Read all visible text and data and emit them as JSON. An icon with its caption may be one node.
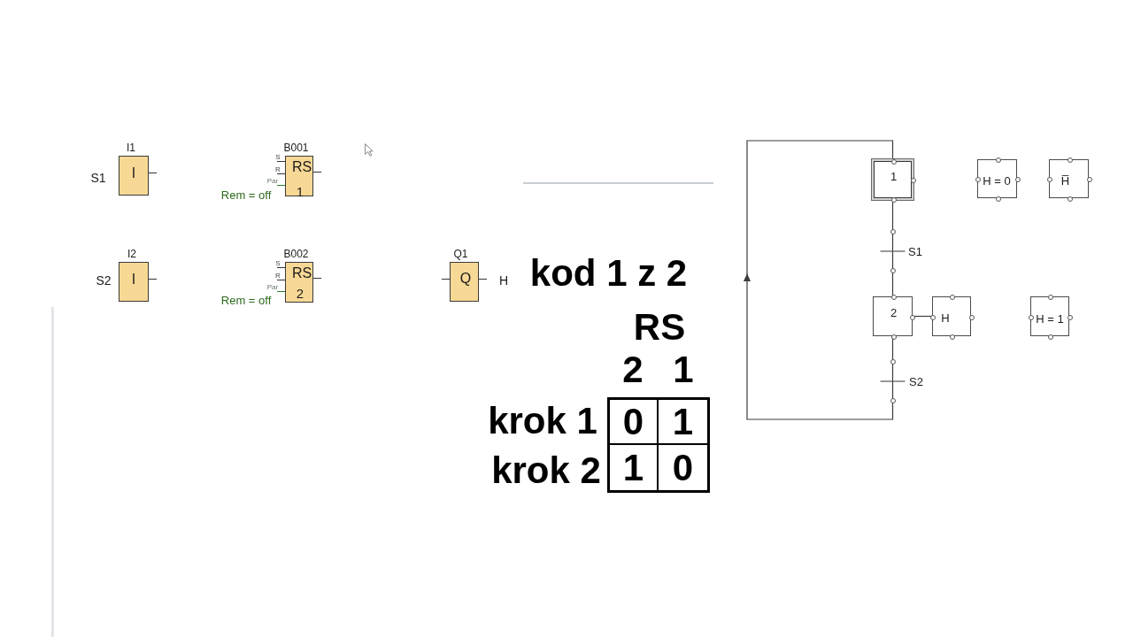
{
  "diagram": {
    "nodes": [
      {
        "text": [
          "I1",
          "I"
        ],
        "beside": [
          "S1"
        ]
      },
      {
        "text": [
          "B001",
          "RS",
          "1",
          "S",
          "R",
          "Par"
        ],
        "beside": [
          "Rem = off"
        ]
      },
      {
        "text": [
          "I2",
          "I"
        ],
        "beside": [
          "S2"
        ]
      },
      {
        "text": [
          "B002",
          "RS",
          "2",
          "S",
          "R",
          "Par"
        ],
        "beside": [
          "Rem = off"
        ]
      },
      {
        "text": [
          "Q1",
          "Q"
        ],
        "beside": [
          "H"
        ]
      },
      {
        "text": [
          "1"
        ]
      },
      {
        "text": [
          "H = 0"
        ]
      },
      {
        "text": [
          "H̅"
        ]
      },
      {
        "text": [
          "2"
        ]
      },
      {
        "text": [
          "H"
        ]
      },
      {
        "text": [
          "H = 1"
        ]
      }
    ],
    "edges": [
      {
        "from": 5,
        "to": 8,
        "arrow": "none",
        "label": "S1"
      },
      {
        "from": 8,
        "to": 5,
        "arrow": "to",
        "label": "S2"
      },
      {
        "from": 8,
        "to": 9,
        "arrow": "none"
      }
    ],
    "labels": [
      "kod 1 z 2",
      "RS",
      "2",
      "1",
      "krok 1",
      "0",
      "1",
      "krok 2",
      "1",
      "0"
    ]
  }
}
